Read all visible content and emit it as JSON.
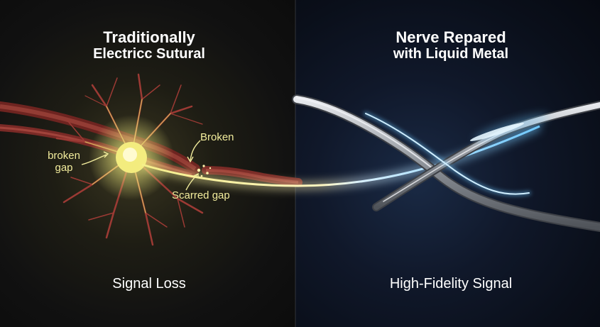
{
  "left_panel": {
    "title_line1": "Traditionally",
    "title_line2": "Electricc Sutural",
    "caption": "Signal Loss",
    "labels": {
      "broken_gap_line1": "broken",
      "broken_gap_line2": "gap",
      "broken": "Broken",
      "scarred_gap": "Scarred gap"
    }
  },
  "right_panel": {
    "title_line1": "Nerve Repared",
    "title_line2": "with Liquid Metal",
    "caption": "High-Fidelity Signal"
  },
  "colors": {
    "left_glow": "#f5f08a",
    "nerve_red": "#8a2e2a",
    "right_glow": "#6fc8ff",
    "metal": "#b8bcc2"
  }
}
